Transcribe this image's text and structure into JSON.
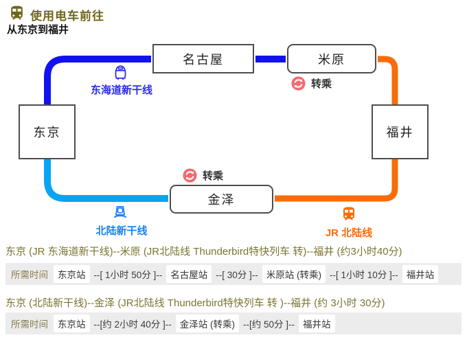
{
  "header": {
    "title": "使用电车前往",
    "subtitle": "从东京到福井"
  },
  "diagram": {
    "stations": {
      "tokyo": "东京",
      "nagoya": "名古屋",
      "maibara": "米原",
      "fukui": "福井",
      "kanazawa": "金泽"
    },
    "line_labels": {
      "tokaido_shinkansen": "东海道新干线",
      "hokuriku_shinkansen": "北陆新干线",
      "jr_hokuriku": "JR 北陆线"
    },
    "transfer_label": "转乘",
    "colors": {
      "header_olive": "#6d671b",
      "tokaido_line": "#1212ee",
      "hokuriku_shinkansen_line": "#09a4f2",
      "jr_hokuriku_line": "#f96c09",
      "tokaido_label": "#2b2bf0",
      "hokuriku_label": "#1b82f0",
      "transfer_badge": "#f26b72"
    }
  },
  "routes": [
    {
      "title": "东京 (JR 东海道新干线)--米原 (JR北陆线 Thunderbird特快列车 转)--福井 (约3小时40分)",
      "duration_label": "所需时间",
      "stops": [
        "东京站",
        "名古屋站",
        "米原站 (转乘)",
        "福井站"
      ],
      "legs": [
        "--[ 1小时 50分 ]--",
        "--[ 30分 ]--",
        "--[ 1小时 10分 ]--"
      ]
    },
    {
      "title": "东京 (北陆新干线)--金泽 (JR北陆线 Thunderbird特快列车 转 )--福井 (约 3小时 30分)",
      "duration_label": "所需时间",
      "stops": [
        "东京站",
        "金泽站 (转乘)",
        "福井站"
      ],
      "legs": [
        "--[约 2小时 40分 ]--",
        "--[约 50分 ]--"
      ]
    }
  ]
}
